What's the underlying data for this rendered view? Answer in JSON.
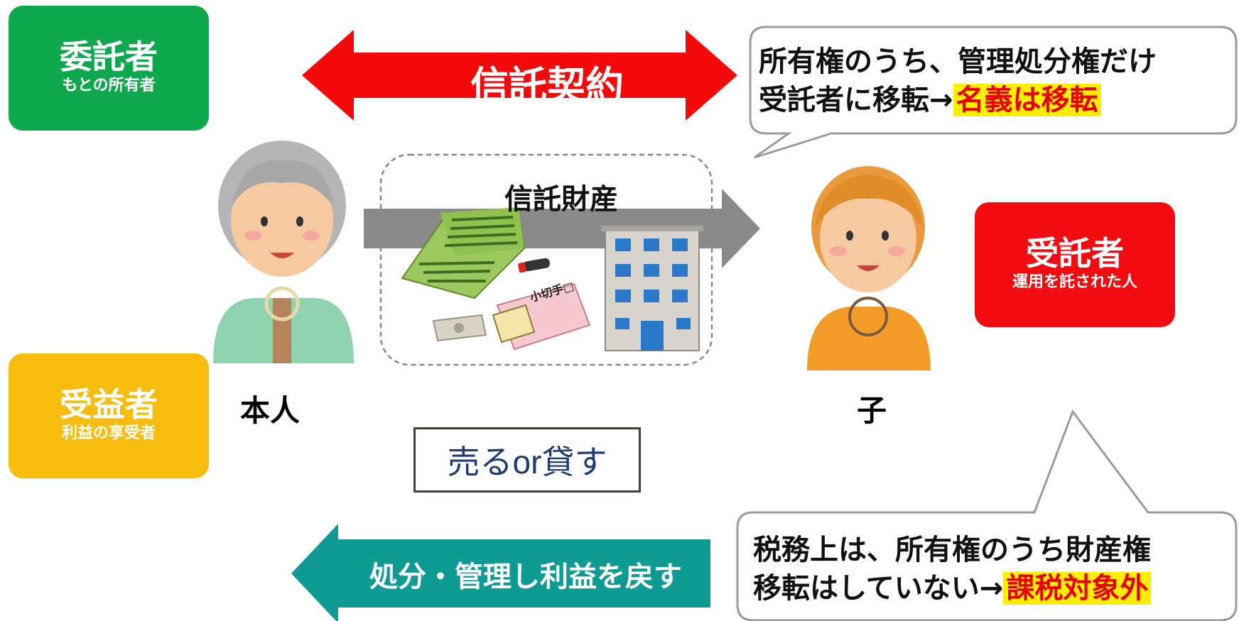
{
  "settlor": {
    "title": "委託者",
    "subtitle": "もとの所有者"
  },
  "beneficiary": {
    "title": "受益者",
    "subtitle": "利益の享受者"
  },
  "trustee": {
    "title": "受託者",
    "subtitle": "運用を託された人"
  },
  "contract": {
    "label": "信託契約"
  },
  "property": {
    "label": "信託財産",
    "check_label": "小切手□"
  },
  "persons": {
    "principal": "本人",
    "child": "子"
  },
  "sell_or_lend": "売るor貸す",
  "return_arrow": {
    "label": "処分・管理し利益を戻す"
  },
  "bubble_top": {
    "line1": "所有権のうち、管理処分権だけ",
    "line2_prefix": "受託者に移転→",
    "line2_highlight": "名義は移転"
  },
  "bubble_bottom": {
    "line1": "税務上は、所有権のうち財産権",
    "line2_prefix": "移転はしていない→",
    "line2_highlight": "課税対象外"
  },
  "colors": {
    "settlor": "#0fa84f",
    "beneficiary": "#f6bd0e",
    "trustee": "#f20b10",
    "contract_arrow": "#f40a0a",
    "return_arrow": "#0f9a93",
    "transfer_arrow": "#8a8a8a",
    "highlight_bg": "#ffee00",
    "highlight_text": "#e60000"
  }
}
